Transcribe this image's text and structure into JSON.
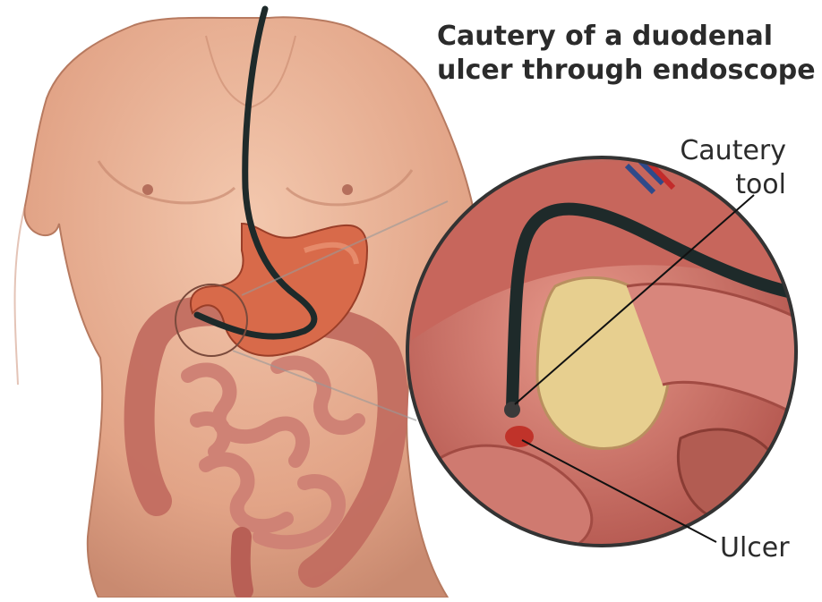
{
  "title": {
    "line1": "Cautery of a duodenal",
    "line2": "ulcer through endoscope"
  },
  "labels": {
    "cautery_line1": "Cautery",
    "cautery_line2": "tool",
    "ulcer": "Ulcer"
  },
  "colors": {
    "skin": "#eab49a",
    "skin_shadow": "#c98a70",
    "stomach": "#d86a4a",
    "intestine": "#c9776a",
    "mucosa": "#d7807a",
    "fat": "#e7cf8f",
    "scope": "#1e2a2a",
    "lens_border": "#333333",
    "leader_line": "#111111"
  }
}
